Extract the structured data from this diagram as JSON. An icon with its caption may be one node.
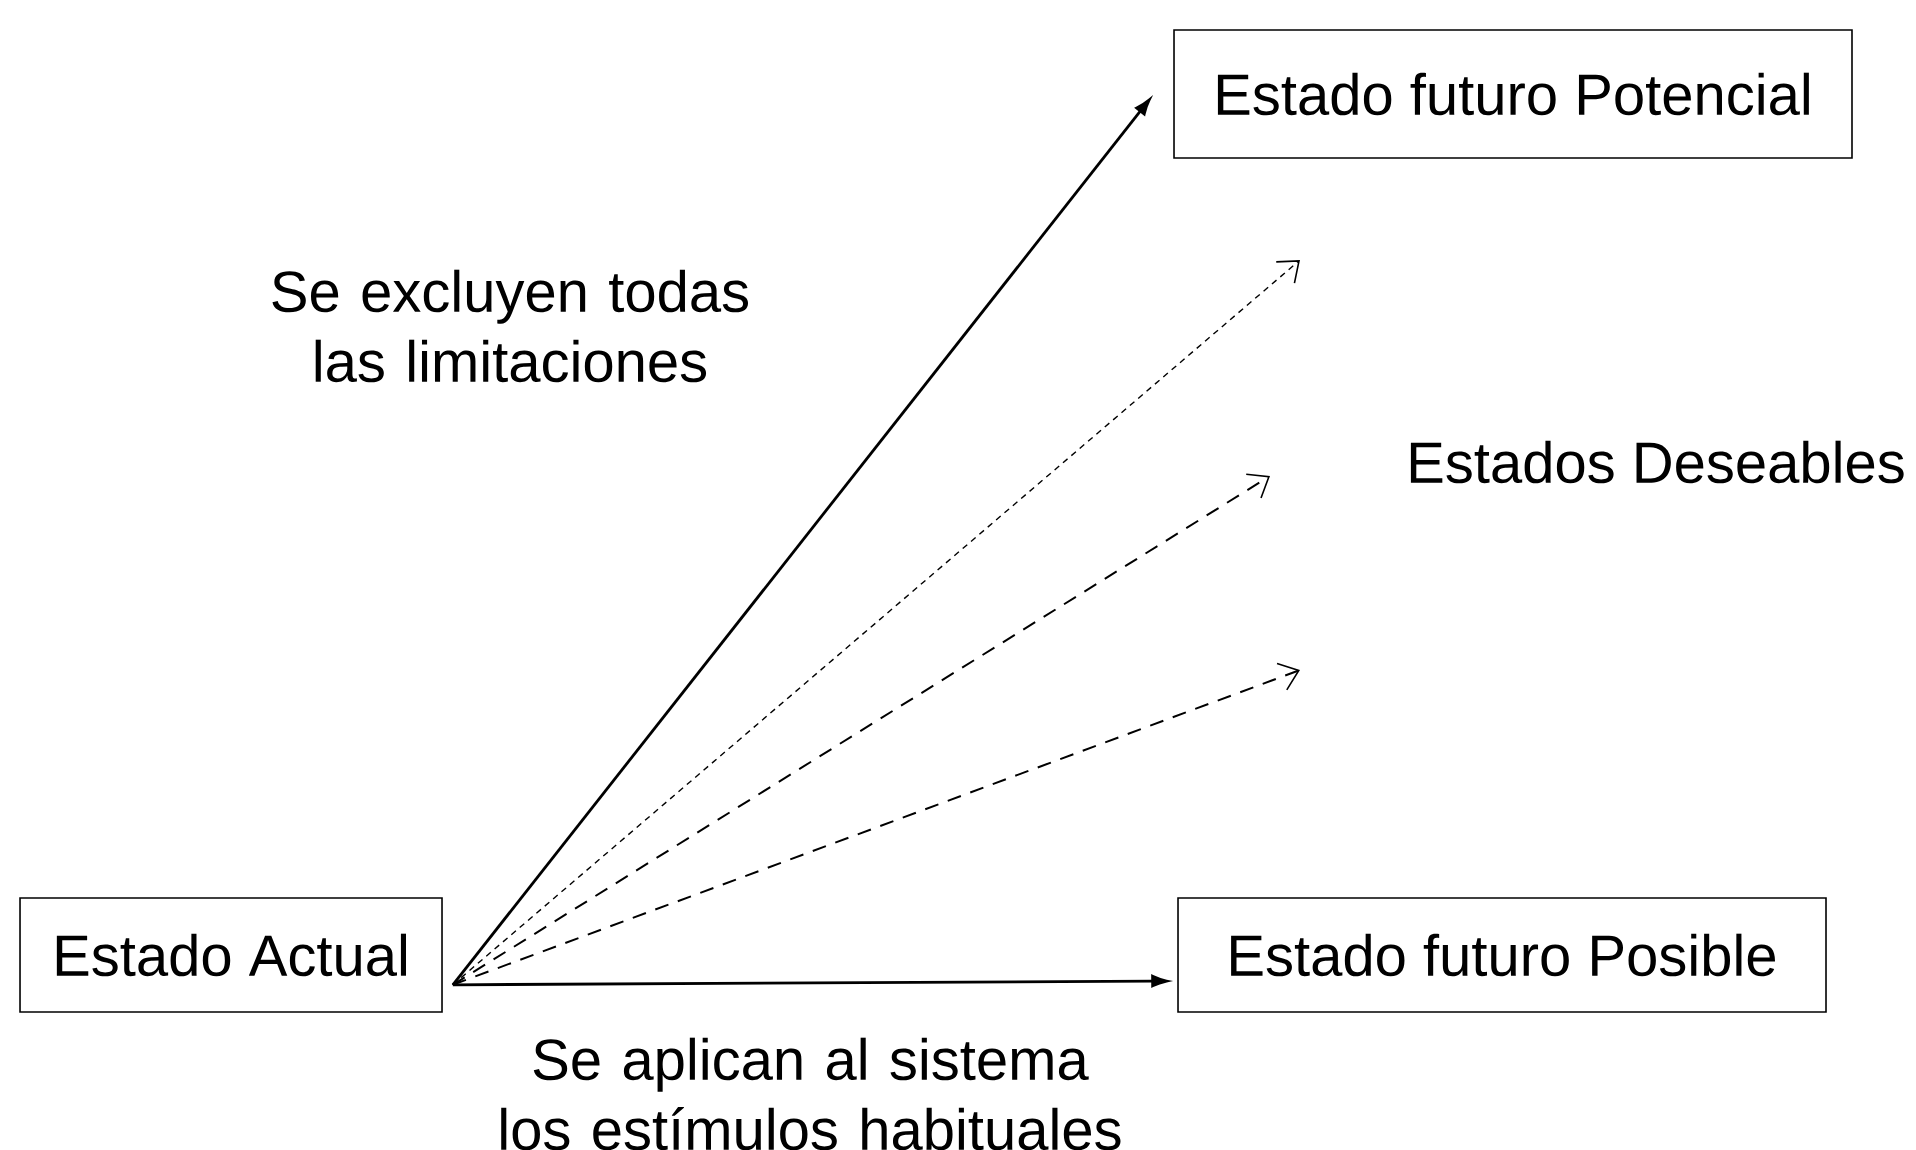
{
  "diagram": {
    "nodes": [
      {
        "text": [
          "Estado futuro Potencial"
        ]
      },
      {
        "text": [
          "Estado Actual"
        ]
      },
      {
        "text": [
          "Estado futuro Posible"
        ]
      }
    ],
    "edges": [
      {
        "from": 1,
        "to": 0,
        "arrow": "to"
      },
      {
        "from": 1,
        "to": null,
        "arrow": "to",
        "style": "dashed"
      },
      {
        "from": 1,
        "to": null,
        "arrow": "to",
        "style": "dashed"
      },
      {
        "from": 1,
        "to": null,
        "arrow": "to",
        "style": "dashed"
      },
      {
        "from": 1,
        "to": 2,
        "arrow": "to",
        "label": "Se aplican al sistema los estímulos habituales"
      }
    ],
    "labels": [
      "Se excluyen todas las limitaciones",
      "Estados Deseables"
    ]
  }
}
